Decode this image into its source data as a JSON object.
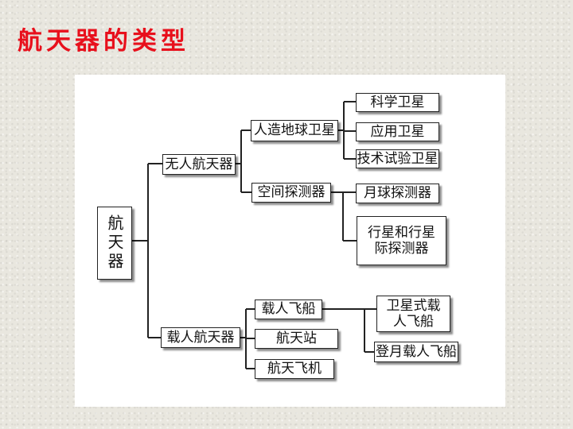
{
  "slide": {
    "title": "航天器的类型"
  },
  "diagram": {
    "root": "航天器",
    "branch_unmanned": "无人航天器",
    "branch_manned": "载人航天器",
    "satellite": "人造地球卫星",
    "probe": "空间探测器",
    "sci_sat": "科学卫星",
    "app_sat": "应用卫星",
    "test_sat": "技术试验卫星",
    "lunar_probe": "月球探测器",
    "planet_probe": "行星和行星际探测器",
    "spaceship": "载人飞船",
    "station": "航天站",
    "shuttle": "航天飞机",
    "sat_spaceship": "卫星式载人飞船",
    "lunar_spaceship": "登月载人飞船"
  }
}
